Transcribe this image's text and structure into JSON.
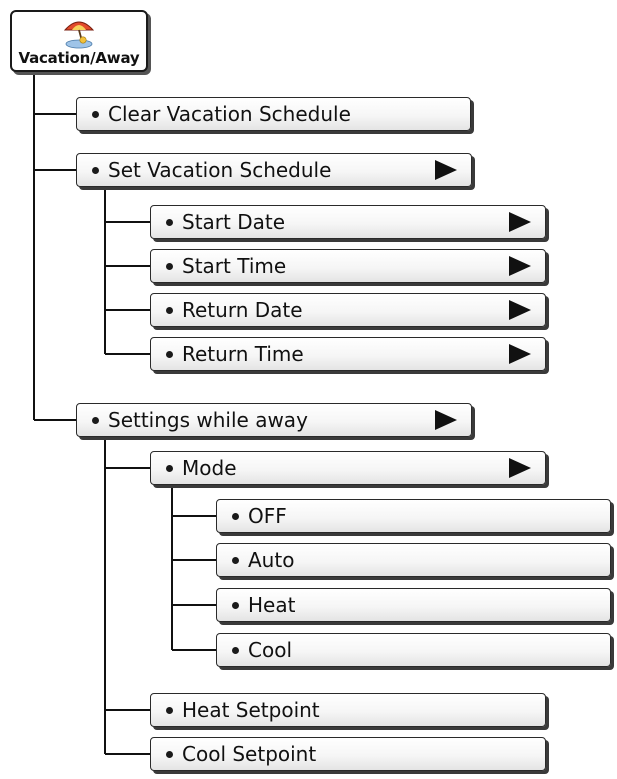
{
  "root": {
    "label": "Vacation/Away",
    "icon": "beach-umbrella-icon"
  },
  "menu": {
    "clear_vacation_schedule": "Clear Vacation Schedule",
    "set_vacation_schedule": {
      "label": "Set Vacation Schedule",
      "children": {
        "start_date": "Start Date",
        "start_time": "Start Time",
        "return_date": "Return Date",
        "return_time": "Return Time"
      }
    },
    "settings_while_away": {
      "label": "Settings while away",
      "children": {
        "mode": {
          "label": "Mode",
          "options": {
            "off": "OFF",
            "auto": "Auto",
            "heat": "Heat",
            "cool": "Cool"
          }
        },
        "heat_setpoint": "Heat Setpoint",
        "cool_setpoint": "Cool Setpoint"
      }
    }
  },
  "colors": {
    "border": "#2a2a2a",
    "shadow": "#3a3a3a",
    "connector": "#111111"
  }
}
